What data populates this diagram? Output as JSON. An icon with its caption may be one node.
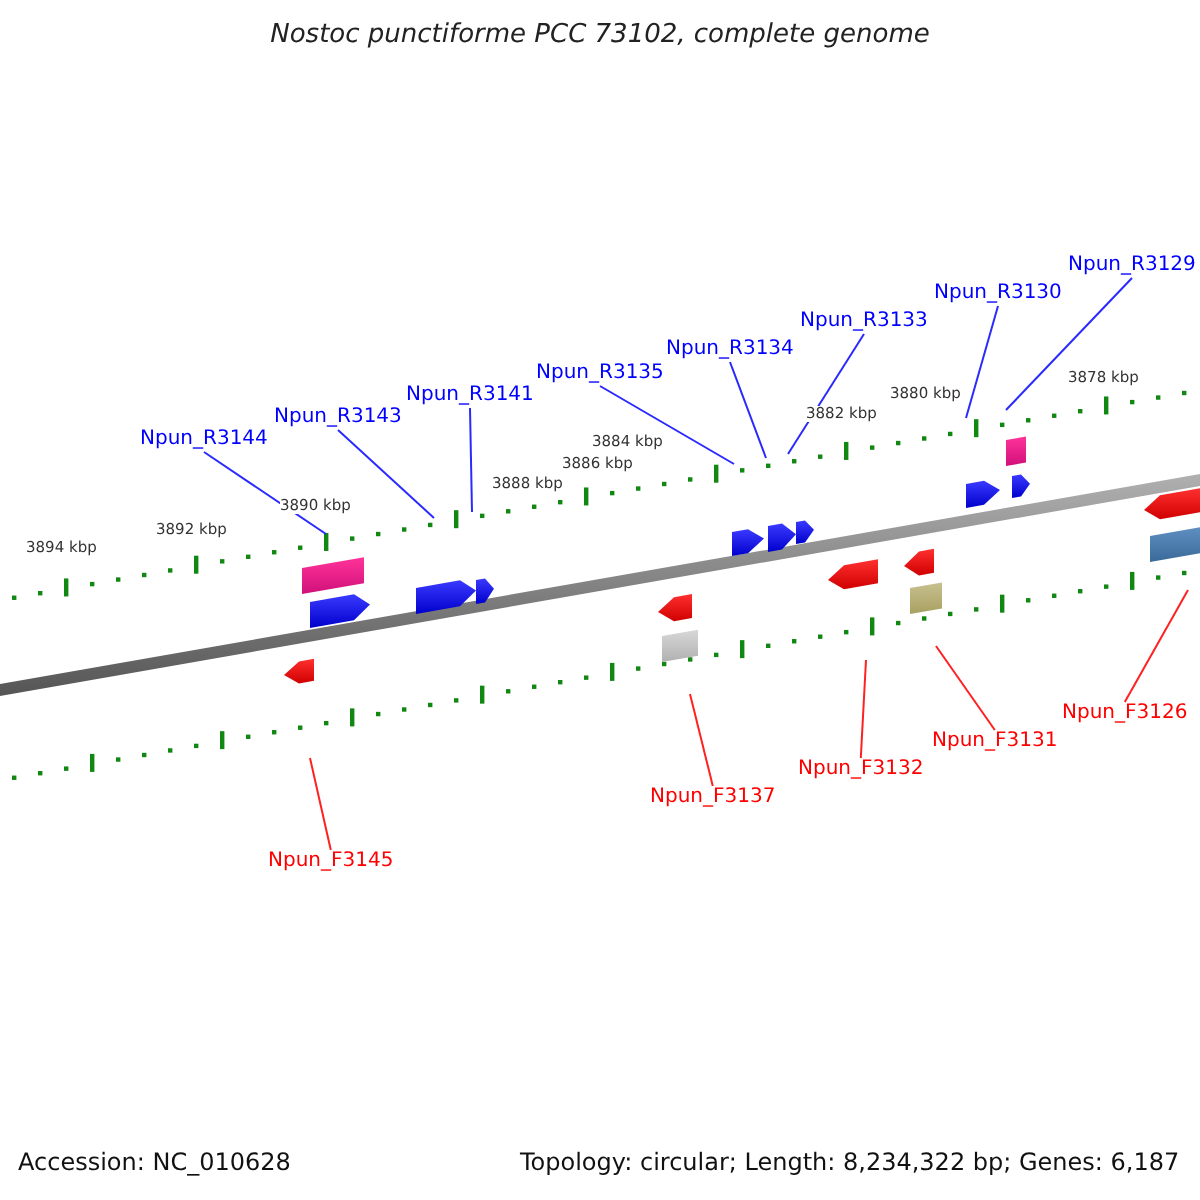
{
  "diagram": {
    "title": "Nostoc punctiforme PCC 73102, complete genome",
    "nodes": [
      {
        "text": [
          "Npun_R3144"
        ]
      },
      {
        "text": [
          "Npun_R3143"
        ]
      },
      {
        "text": [
          "Npun_R3141"
        ]
      },
      {
        "text": [
          "Npun_R3135"
        ]
      },
      {
        "text": [
          "Npun_R3134"
        ]
      },
      {
        "text": [
          "Npun_R3133"
        ]
      },
      {
        "text": [
          "Npun_R3130"
        ]
      },
      {
        "text": [
          "Npun_R3129"
        ]
      },
      {
        "text": [
          "Npun_F3145"
        ]
      },
      {
        "text": [
          "Npun_F3137"
        ]
      },
      {
        "text": [
          "Npun_F3132"
        ]
      },
      {
        "text": [
          "Npun_F3131"
        ]
      },
      {
        "text": [
          "Npun_F3126"
        ]
      }
    ],
    "edges": [
      {
        "from": 0,
        "to": null,
        "arrow": "none"
      },
      {
        "from": 1,
        "to": null,
        "arrow": "none"
      },
      {
        "from": 2,
        "to": null,
        "arrow": "none"
      },
      {
        "from": 3,
        "to": null,
        "arrow": "none"
      },
      {
        "from": 4,
        "to": null,
        "arrow": "none"
      },
      {
        "from": 5,
        "to": null,
        "arrow": "none"
      },
      {
        "from": 6,
        "to": null,
        "arrow": "none"
      },
      {
        "from": 7,
        "to": null,
        "arrow": "none"
      },
      {
        "from": 8,
        "to": null,
        "arrow": "none",
        "color": "#ff2020"
      },
      {
        "from": 9,
        "to": null,
        "arrow": "none",
        "color": "#ff2020"
      },
      {
        "from": 10,
        "to": null,
        "arrow": "none",
        "color": "#ff2020"
      },
      {
        "from": 11,
        "to": null,
        "arrow": "none",
        "color": "#ff2020"
      },
      {
        "from": 12,
        "to": null,
        "arrow": "none",
        "color": "#ff2020"
      }
    ],
    "labels": [
      "3894 kbp",
      "3892 kbp",
      "3890 kbp",
      "3888 kbp",
      "3886 kbp",
      "3884 kbp",
      "3882 kbp",
      "3880 kbp",
      "3878 kbp",
      "Accession: NC_010628",
      "Topology: circular; Length: 8,234,322 bp; Genes: 6,187"
    ]
  }
}
